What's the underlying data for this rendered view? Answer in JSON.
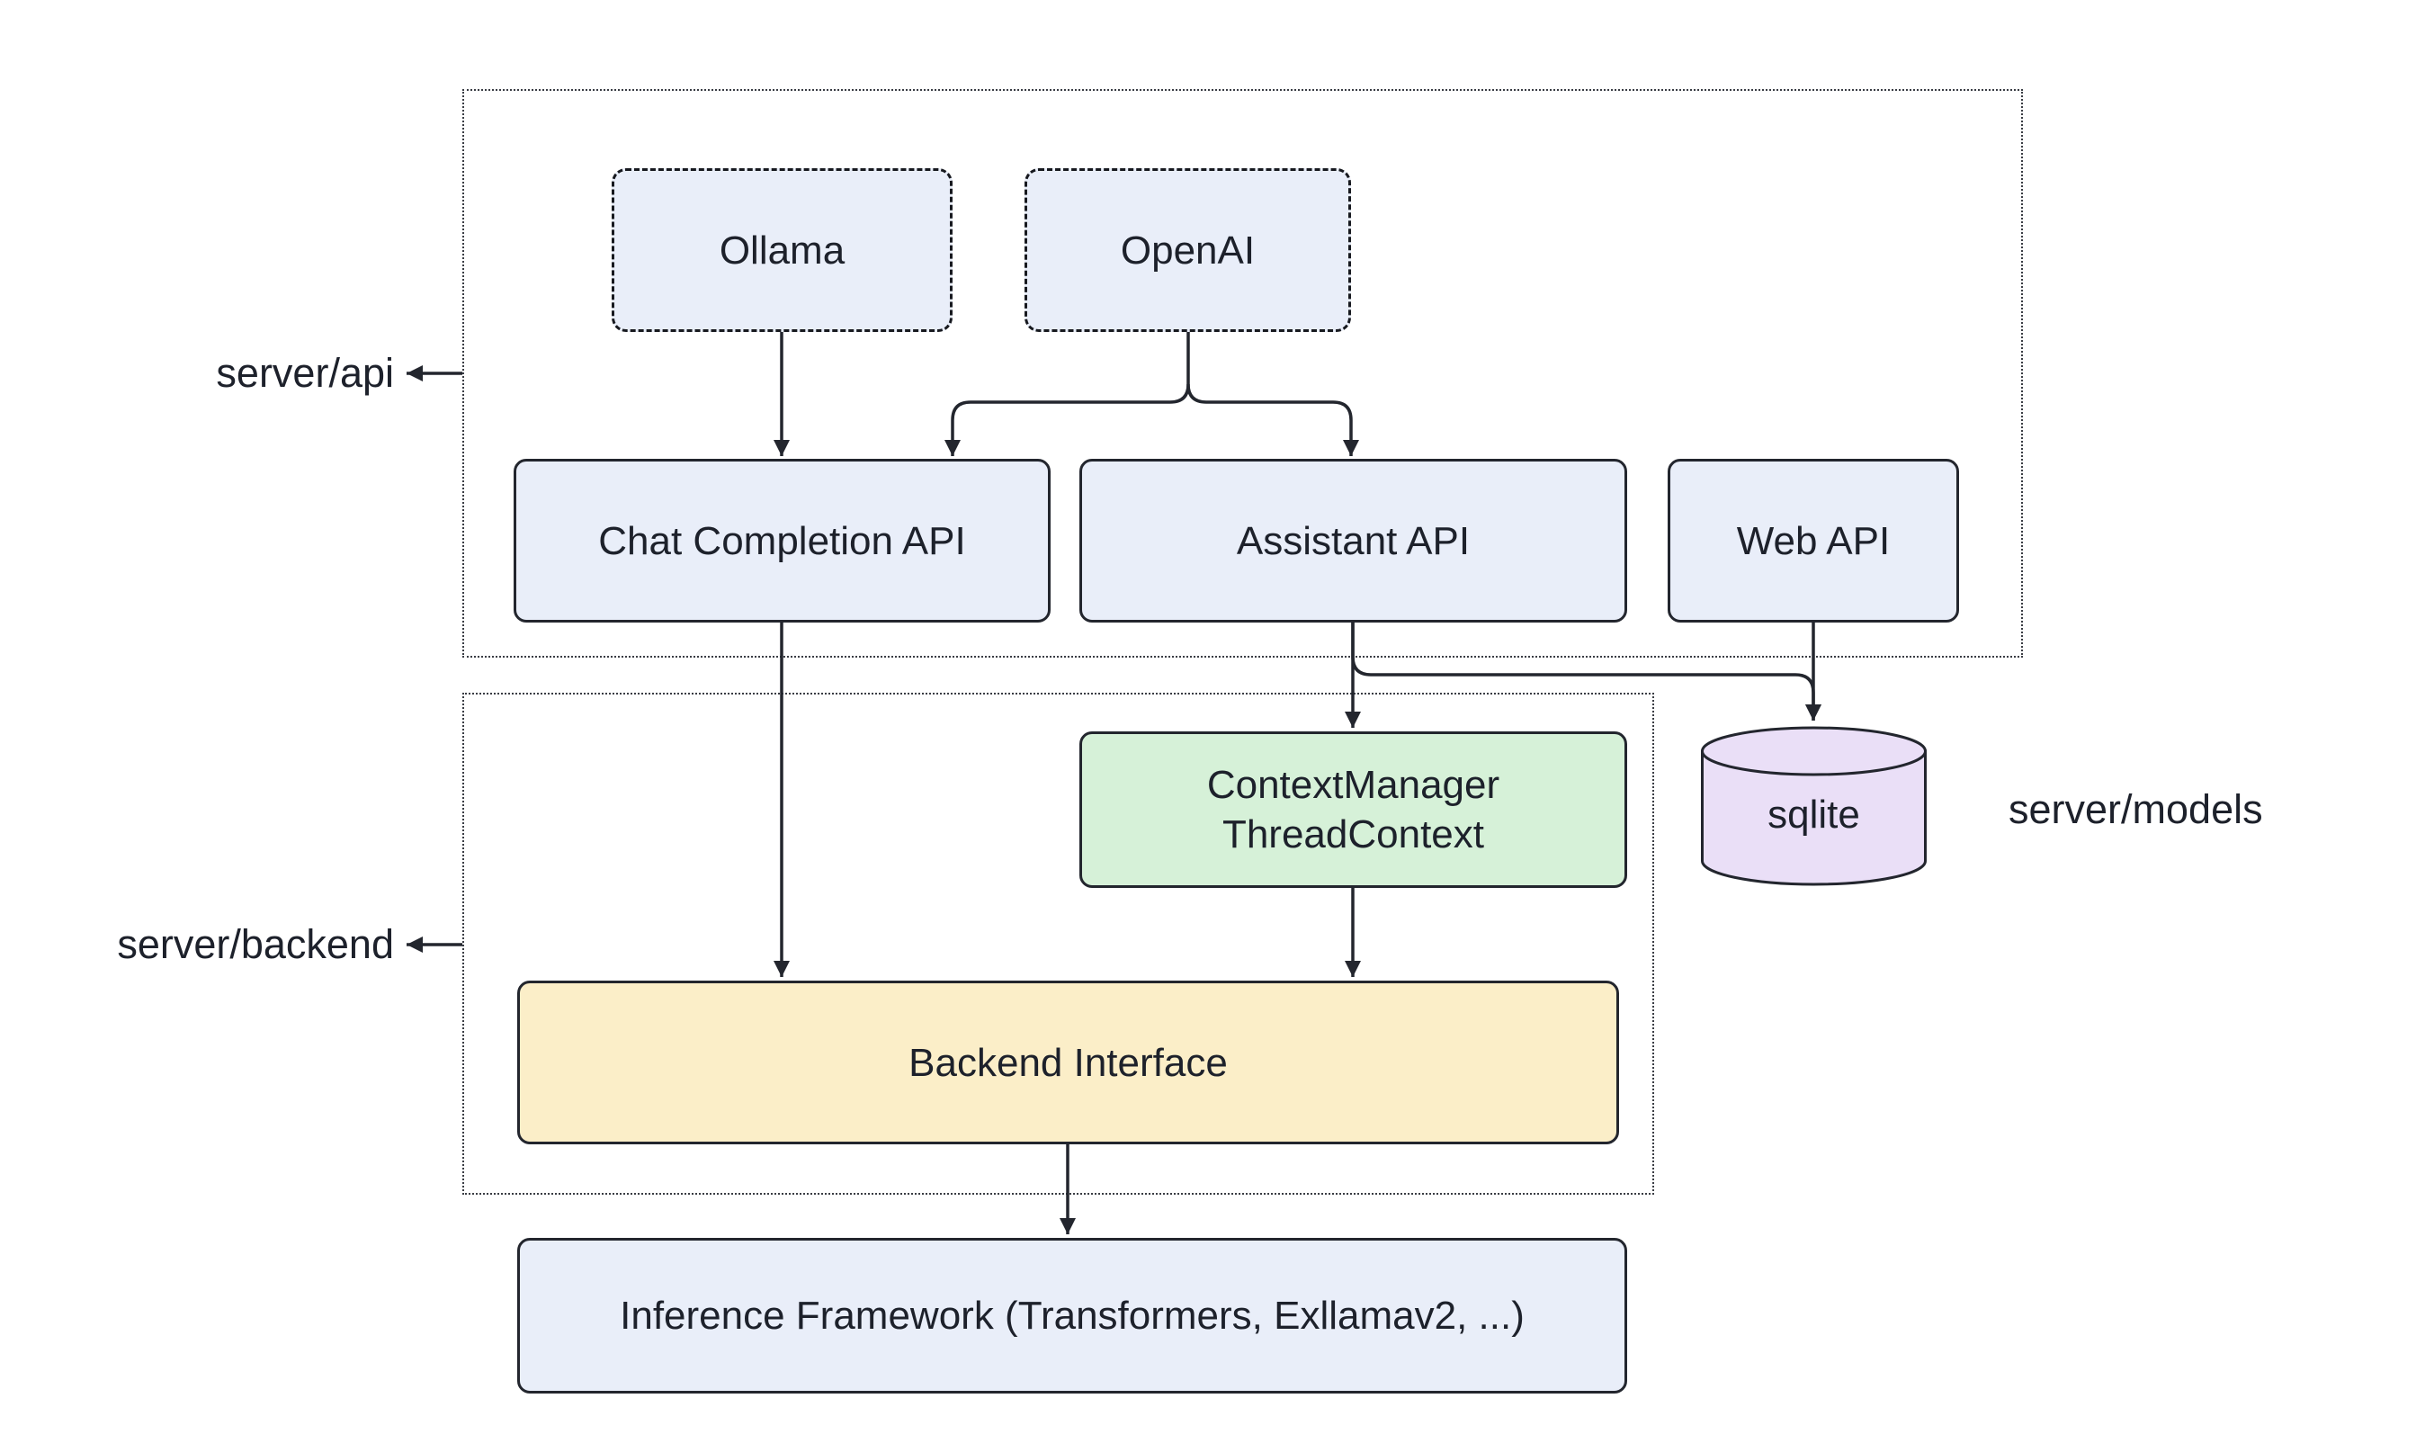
{
  "diagram": {
    "type": "architecture-flowchart",
    "containers": {
      "api": {
        "label": "server/api"
      },
      "backend": {
        "label": "server/backend"
      }
    },
    "nodes": {
      "ollama": {
        "label": "Ollama",
        "style": "dashed-blue"
      },
      "openai": {
        "label": "OpenAI",
        "style": "dashed-blue"
      },
      "chat_completion": {
        "label": "Chat Completion API",
        "style": "blue"
      },
      "assistant": {
        "label": "Assistant API",
        "style": "blue"
      },
      "web_api": {
        "label": "Web API",
        "style": "blue"
      },
      "context_manager": {
        "label": "ContextManager\nThreadContext",
        "style": "green"
      },
      "backend_interface": {
        "label": "Backend Interface",
        "style": "yellow"
      },
      "inference": {
        "label": "Inference Framework (Transformers, Exllamav2, ...)",
        "style": "blue"
      },
      "sqlite": {
        "label": "sqlite",
        "style": "purple",
        "shape": "cylinder"
      }
    },
    "side_labels": {
      "models": "server/models"
    },
    "edges": [
      {
        "from": "Ollama",
        "to": "Chat Completion API"
      },
      {
        "from": "OpenAI",
        "to": "Chat Completion API"
      },
      {
        "from": "OpenAI",
        "to": "Assistant API"
      },
      {
        "from": "Chat Completion API",
        "to": "Backend Interface"
      },
      {
        "from": "Assistant API",
        "to": "ContextManager ThreadContext"
      },
      {
        "from": "Assistant API",
        "to": "sqlite"
      },
      {
        "from": "Web API",
        "to": "sqlite"
      },
      {
        "from": "ContextManager ThreadContext",
        "to": "Backend Interface"
      },
      {
        "from": "Backend Interface",
        "to": "Inference Framework (Transformers, Exllamav2, ...)"
      },
      {
        "from": "server/api container",
        "to": "server/api label"
      },
      {
        "from": "server/backend container",
        "to": "server/backend label"
      }
    ],
    "colors": {
      "node_blue": "#E9EEF9",
      "node_green": "#D6F1D8",
      "node_yellow": "#FBEEC8",
      "node_purple": "#EADFF7",
      "stroke": "#23262e",
      "text": "#1d212b",
      "background": "#ffffff"
    }
  }
}
